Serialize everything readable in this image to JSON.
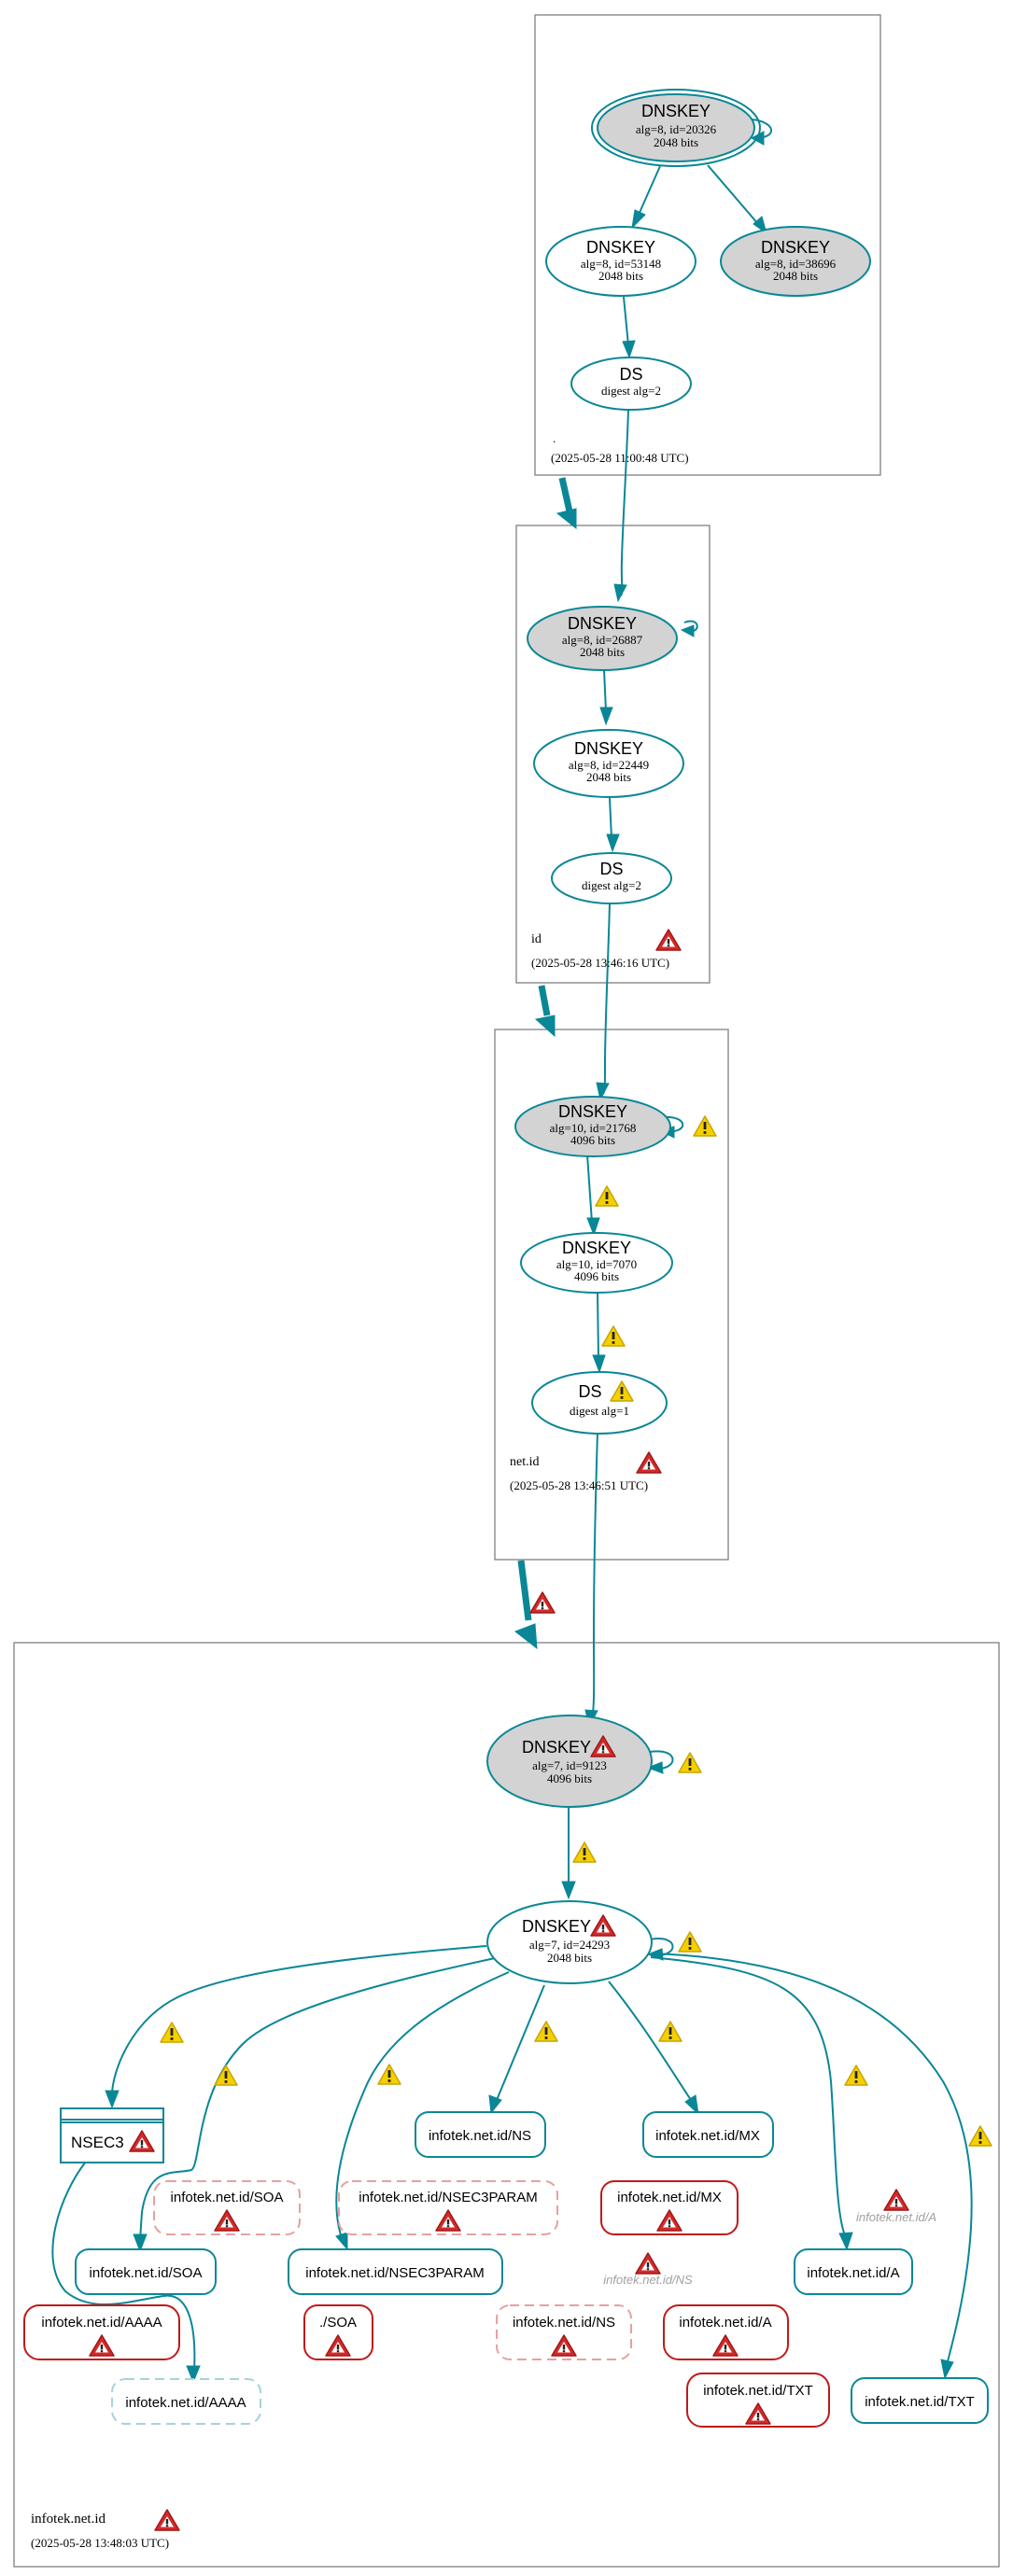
{
  "colors": {
    "edge": "#0a8796",
    "error": "#c01a1a",
    "warning": "#f2c500",
    "zone_border": "#808080",
    "ksk_fill": "#d3d3d3"
  },
  "zones": [
    {
      "name": ".",
      "timestamp": "(2025-05-28 11:00:48 UTC)",
      "status_icon": null,
      "nodes": [
        {
          "id": "root-ksk",
          "type": "DNSKEY",
          "title": "DNSKEY",
          "line1": "alg=8, id=20326",
          "line2": "2048 bits",
          "fill": "gray",
          "double_border": true
        },
        {
          "id": "root-zsk",
          "type": "DNSKEY",
          "title": "DNSKEY",
          "line1": "alg=8, id=53148",
          "line2": "2048 bits",
          "fill": "white"
        },
        {
          "id": "root-ksk2",
          "type": "DNSKEY",
          "title": "DNSKEY",
          "line1": "alg=8, id=38696",
          "line2": "2048 bits",
          "fill": "gray"
        },
        {
          "id": "root-ds",
          "type": "DS",
          "title": "DS",
          "line1": "digest alg=2",
          "fill": "white"
        }
      ]
    },
    {
      "name": "id",
      "timestamp": "(2025-05-28 13:46:16 UTC)",
      "status_icon": "error-icon",
      "nodes": [
        {
          "id": "id-ksk",
          "type": "DNSKEY",
          "title": "DNSKEY",
          "line1": "alg=8, id=26887",
          "line2": "2048 bits",
          "fill": "gray"
        },
        {
          "id": "id-zsk",
          "type": "DNSKEY",
          "title": "DNSKEY",
          "line1": "alg=8, id=22449",
          "line2": "2048 bits",
          "fill": "white"
        },
        {
          "id": "id-ds",
          "type": "DS",
          "title": "DS",
          "line1": "digest alg=2",
          "fill": "white"
        }
      ]
    },
    {
      "name": "net.id",
      "timestamp": "(2025-05-28 13:46:51 UTC)",
      "status_icon": "error-icon",
      "nodes": [
        {
          "id": "netid-ksk",
          "type": "DNSKEY",
          "title": "DNSKEY",
          "line1": "alg=10, id=21768",
          "line2": "4096 bits",
          "fill": "gray"
        },
        {
          "id": "netid-zsk",
          "type": "DNSKEY",
          "title": "DNSKEY",
          "line1": "alg=10, id=7070",
          "line2": "4096 bits",
          "fill": "white"
        },
        {
          "id": "netid-ds",
          "type": "DS",
          "title": "DS",
          "line1": "digest alg=1",
          "fill": "white",
          "warning": true
        }
      ]
    },
    {
      "name": "infotek.net.id",
      "timestamp": "(2025-05-28 13:48:03 UTC)",
      "status_icon": "error-icon",
      "nodes": [
        {
          "id": "infotek-ksk",
          "type": "DNSKEY",
          "title": "DNSKEY",
          "line1": "alg=7, id=9123",
          "line2": "4096 bits",
          "fill": "gray",
          "error": true
        },
        {
          "id": "infotek-zsk",
          "type": "DNSKEY",
          "title": "DNSKEY",
          "line1": "alg=7, id=24293",
          "line2": "2048 bits",
          "fill": "white",
          "error": true
        }
      ]
    }
  ],
  "records": {
    "nsec3": {
      "label": "NSEC3",
      "error": true
    },
    "soa_dashed": {
      "label": "infotek.net.id/SOA",
      "error": true
    },
    "nsec3param_dashed": {
      "label": "infotek.net.id/NSEC3PARAM",
      "error": true
    },
    "ns": {
      "label": "infotek.net.id/NS"
    },
    "mx": {
      "label": "infotek.net.id/MX"
    },
    "mx_err": {
      "label": "infotek.net.id/MX",
      "error": true
    },
    "ns_ghost": {
      "label": "infotek.net.id/NS",
      "error": true
    },
    "a_ghost": {
      "label": "infotek.net.id/A",
      "error": true
    },
    "soa": {
      "label": "infotek.net.id/SOA"
    },
    "nsec3param": {
      "label": "infotek.net.id/NSEC3PARAM"
    },
    "a": {
      "label": "infotek.net.id/A"
    },
    "aaaa_err": {
      "label": "infotek.net.id/AAAA",
      "error": true
    },
    "root_soa_err": {
      "label": "./SOA",
      "error": true
    },
    "ns_dashed": {
      "label": "infotek.net.id/NS",
      "error": true
    },
    "a_err": {
      "label": "infotek.net.id/A",
      "error": true
    },
    "aaaa_dashed": {
      "label": "infotek.net.id/AAAA"
    },
    "txt_err": {
      "label": "infotek.net.id/TXT",
      "error": true
    },
    "txt": {
      "label": "infotek.net.id/TXT"
    }
  }
}
